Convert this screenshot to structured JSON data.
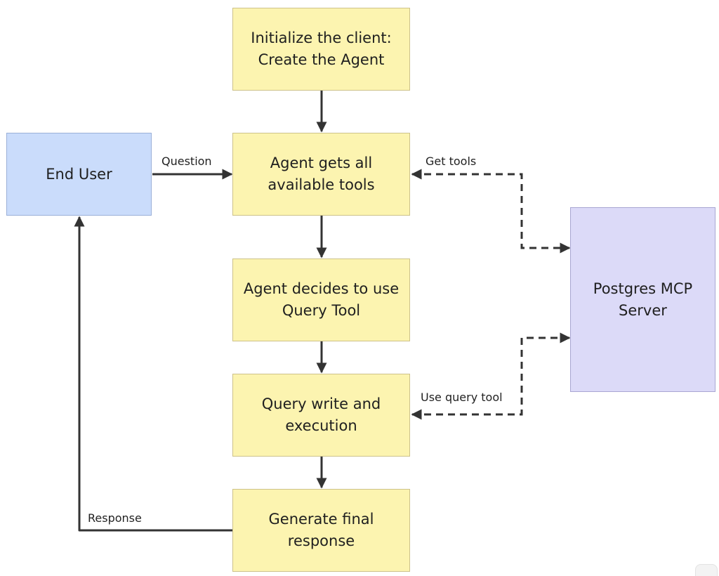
{
  "nodes": {
    "init": "Initialize the client:\nCreate the Agent",
    "get_tools": "Agent gets all\navailable tools",
    "decide": "Agent decides to use\nQuery Tool",
    "query": "Query write and\nexecution",
    "generate": "Generate final\nresponse",
    "user": "End User",
    "server": "Postgres MCP\nServer"
  },
  "edges": {
    "question": "Question",
    "get_tools": "Get tools",
    "use_query_tool": "Use query tool",
    "response": "Response"
  },
  "colors": {
    "step_fill": "#fcf4b0",
    "user_fill": "#cadcfb",
    "server_fill": "#dcdaf8",
    "edge": "#333333"
  }
}
